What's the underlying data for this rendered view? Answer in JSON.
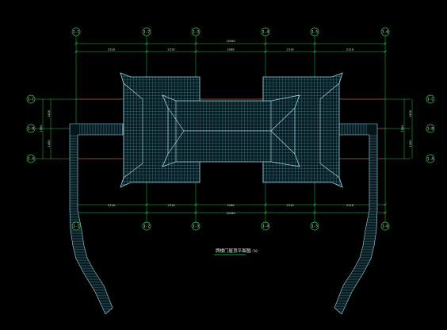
{
  "drawing": {
    "title": "牌楼门屋顶平面图",
    "scale": "1:50",
    "colors": {
      "background": "#000000",
      "dimension": "#22c94a",
      "axis": "#ff3030",
      "roof": "#9fd8e8",
      "roof_grid": "#5fa8b8",
      "ridge": "#c0e8f0",
      "text": "#d8d8d8",
      "bubble": "#22c94a"
    }
  },
  "axes": {
    "numbered": [
      "1-1",
      "1-2",
      "1-3",
      "1-4",
      "1-5",
      "1-6"
    ],
    "lettered": [
      "1-C",
      "1-B",
      "1-A"
    ]
  },
  "dimensions": {
    "top_total": "16500",
    "top_segments": [
      "2310",
      "2310",
      "3280",
      "2310",
      "2310"
    ],
    "bottom_total": "16500",
    "bottom_segments": [
      "2310",
      "2310",
      "3280",
      "2310",
      "2310"
    ],
    "left_total": "2900",
    "left_segments": [
      "1450",
      "1450"
    ],
    "right_total": "2900",
    "right_segments": [
      "1450",
      "1450"
    ]
  }
}
